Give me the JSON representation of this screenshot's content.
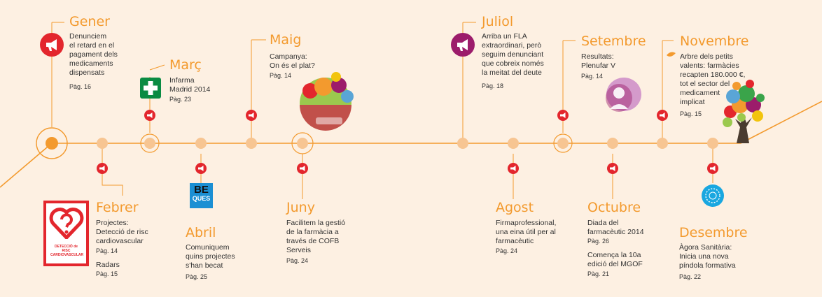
{
  "colors": {
    "background": "#fdf0e2",
    "timeline": "#f39a2e",
    "dot": "#f7c592",
    "megaphone_red": "#e3262d",
    "magenta": "#9c1c6b",
    "green_cross": "#0a8b43",
    "blue_badge": "#1b8fd3",
    "cyan_icon": "#19a7e0"
  },
  "events": [
    {
      "month": "Gener",
      "desc": "Denunciem\nel retard en el\npagament dels\nmedicaments\ndispensats",
      "page": "Pàg. 16"
    },
    {
      "month": "Febrer",
      "desc": "Projectes:\nDetecció de risc\ncardiovascular",
      "page": "Pàg. 14",
      "extra": "Radars",
      "extra_page": "Pàg. 15"
    },
    {
      "month": "Març",
      "desc": "Infarma\nMadrid 2014",
      "page": "Pàg. 23"
    },
    {
      "month": "Abril",
      "desc": "Comuniquem\nquins projectes\ns'han becat",
      "page": "Pàg. 25"
    },
    {
      "month": "Maig",
      "desc": "Campanya:\nOn és el plat?",
      "page": "Pàg. 14"
    },
    {
      "month": "Juny",
      "desc": "Facilitem la gestió\nde la farmàcia a\ntravés de COFB\nServeis",
      "page": "Pàg. 24"
    },
    {
      "month": "Juliol",
      "desc": "Arriba un FLA\nextraordinari, però\nseguim denunciant\nque cobreix només\nla meitat del deute",
      "page": "Pàg. 18"
    },
    {
      "month": "Agost",
      "desc": "Firmaprofessional,\nuna eina útil per al\nfarmacèutic",
      "page": "Pàg. 24"
    },
    {
      "month": "Setembre",
      "desc": "Resultats:\nPlenufar V",
      "page": "Pàg. 14"
    },
    {
      "month": "Octubre",
      "desc": "Diada del\nfarmacèutic 2014",
      "page": "Pàg. 26",
      "extra": "Comença la 10a\nedició del MGOF",
      "extra_page": "Pàg. 21"
    },
    {
      "month": "Novembre",
      "desc": "Arbre dels petits\nvalents: farmàcies\nrecapten 180.000 €,\ntot el sector del\nmedicament\nimplicat",
      "page": "Pàg. 15"
    },
    {
      "month": "Desembre",
      "desc": "Àgora Sanitària:\nInicia una nova\npíndola formativa",
      "page": "Pàg. 22"
    }
  ],
  "images": {
    "be_badge_line1": "BE",
    "be_badge_line2": "QUES",
    "poster_caption": "DETECCIÓ de RISC CARDIOVASCULAR"
  }
}
